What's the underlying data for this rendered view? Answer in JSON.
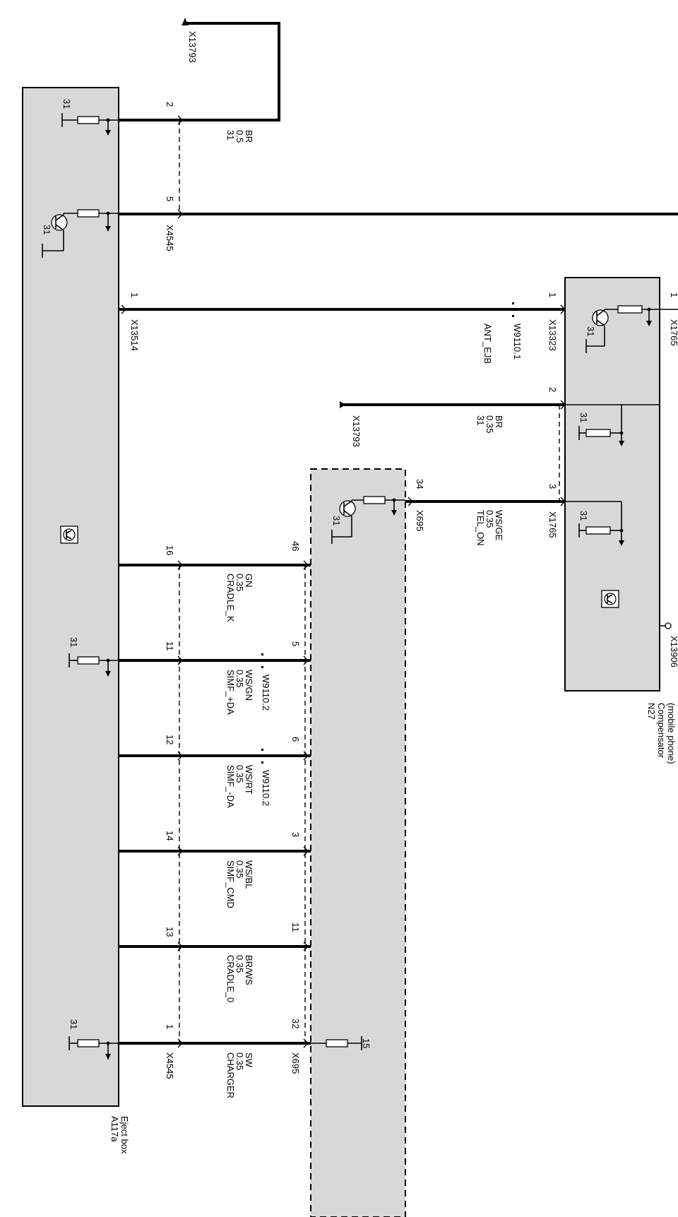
{
  "modules": {
    "eject_box": {
      "id": "A117a",
      "name": "Eject box"
    },
    "compensator": {
      "id": "N27",
      "name_line1": "Compensator",
      "name_line2": "(mobile phone)"
    }
  },
  "ground_label": "31",
  "supply_label": "15",
  "connectors": {
    "x13793": "X13793",
    "x4545": "X4545",
    "x13514": "X13514",
    "x13323": "X13323",
    "x1765": "X1765",
    "x695": "X695",
    "x13906": "X13906"
  },
  "pins": {
    "eb_2": "2",
    "eb_5": "5",
    "eb_1_top": "1",
    "eb_16": "16",
    "eb_11": "11",
    "eb_12": "12",
    "eb_14": "14",
    "eb_13": "13",
    "eb_1": "1",
    "c_1": "1",
    "c_2": "2",
    "c_3": "3",
    "c_1_right": "1",
    "x695_34": "34",
    "x695_46": "46",
    "x695_5": "5",
    "x695_6": "6",
    "x695_3": "3",
    "x695_11": "11",
    "x695_32": "32"
  },
  "splices": {
    "w1": "W9110.1",
    "w2a": "W9110.2",
    "w2b": "W9110.2"
  },
  "wires": [
    {
      "signal": "31",
      "size": "0.5",
      "color": "BR"
    },
    {
      "signal": "ANT_EJB",
      "size": "",
      "color": ""
    },
    {
      "signal": "31",
      "size": "0.35",
      "color": "BR"
    },
    {
      "signal": "TEL_ON",
      "size": "0.35",
      "color": "WS/GE"
    },
    {
      "signal": "CRADLE_K",
      "size": "0.35",
      "color": "GN"
    },
    {
      "signal": "SIMF_+DA",
      "size": "0.35",
      "color": "WS/GN"
    },
    {
      "signal": "SIMF_-DA",
      "size": "0.35",
      "color": "WS/RT"
    },
    {
      "signal": "SIMF_CMD",
      "size": "0.35",
      "color": "WS/BL"
    },
    {
      "signal": "CRADLE_0",
      "size": "0.35",
      "color": "BR/WS"
    },
    {
      "signal": "CHARGER",
      "size": "0.35",
      "color": "SW"
    }
  ]
}
